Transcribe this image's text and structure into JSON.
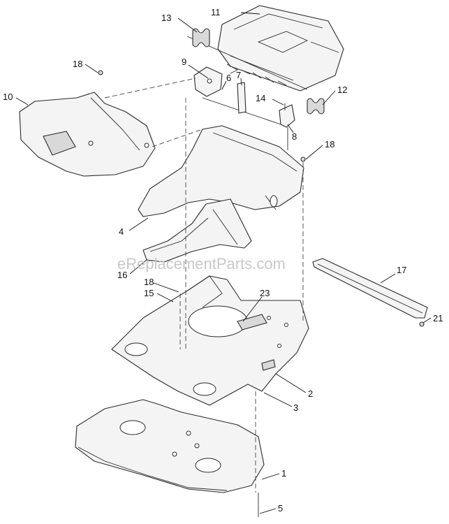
{
  "watermark": "eReplacementParts.com",
  "callouts": {
    "c1": "1",
    "c2": "2",
    "c3": "3",
    "c4": "4",
    "c5": "5",
    "c6": "6",
    "c7": "7",
    "c8": "8",
    "c9": "9",
    "c10": "10",
    "c11": "11",
    "c12": "12",
    "c13": "13",
    "c14": "14",
    "c15": "15",
    "c16": "16",
    "c17": "17",
    "c18a": "18",
    "c18b": "18",
    "c18c": "18",
    "c21": "21",
    "c23": "23"
  }
}
